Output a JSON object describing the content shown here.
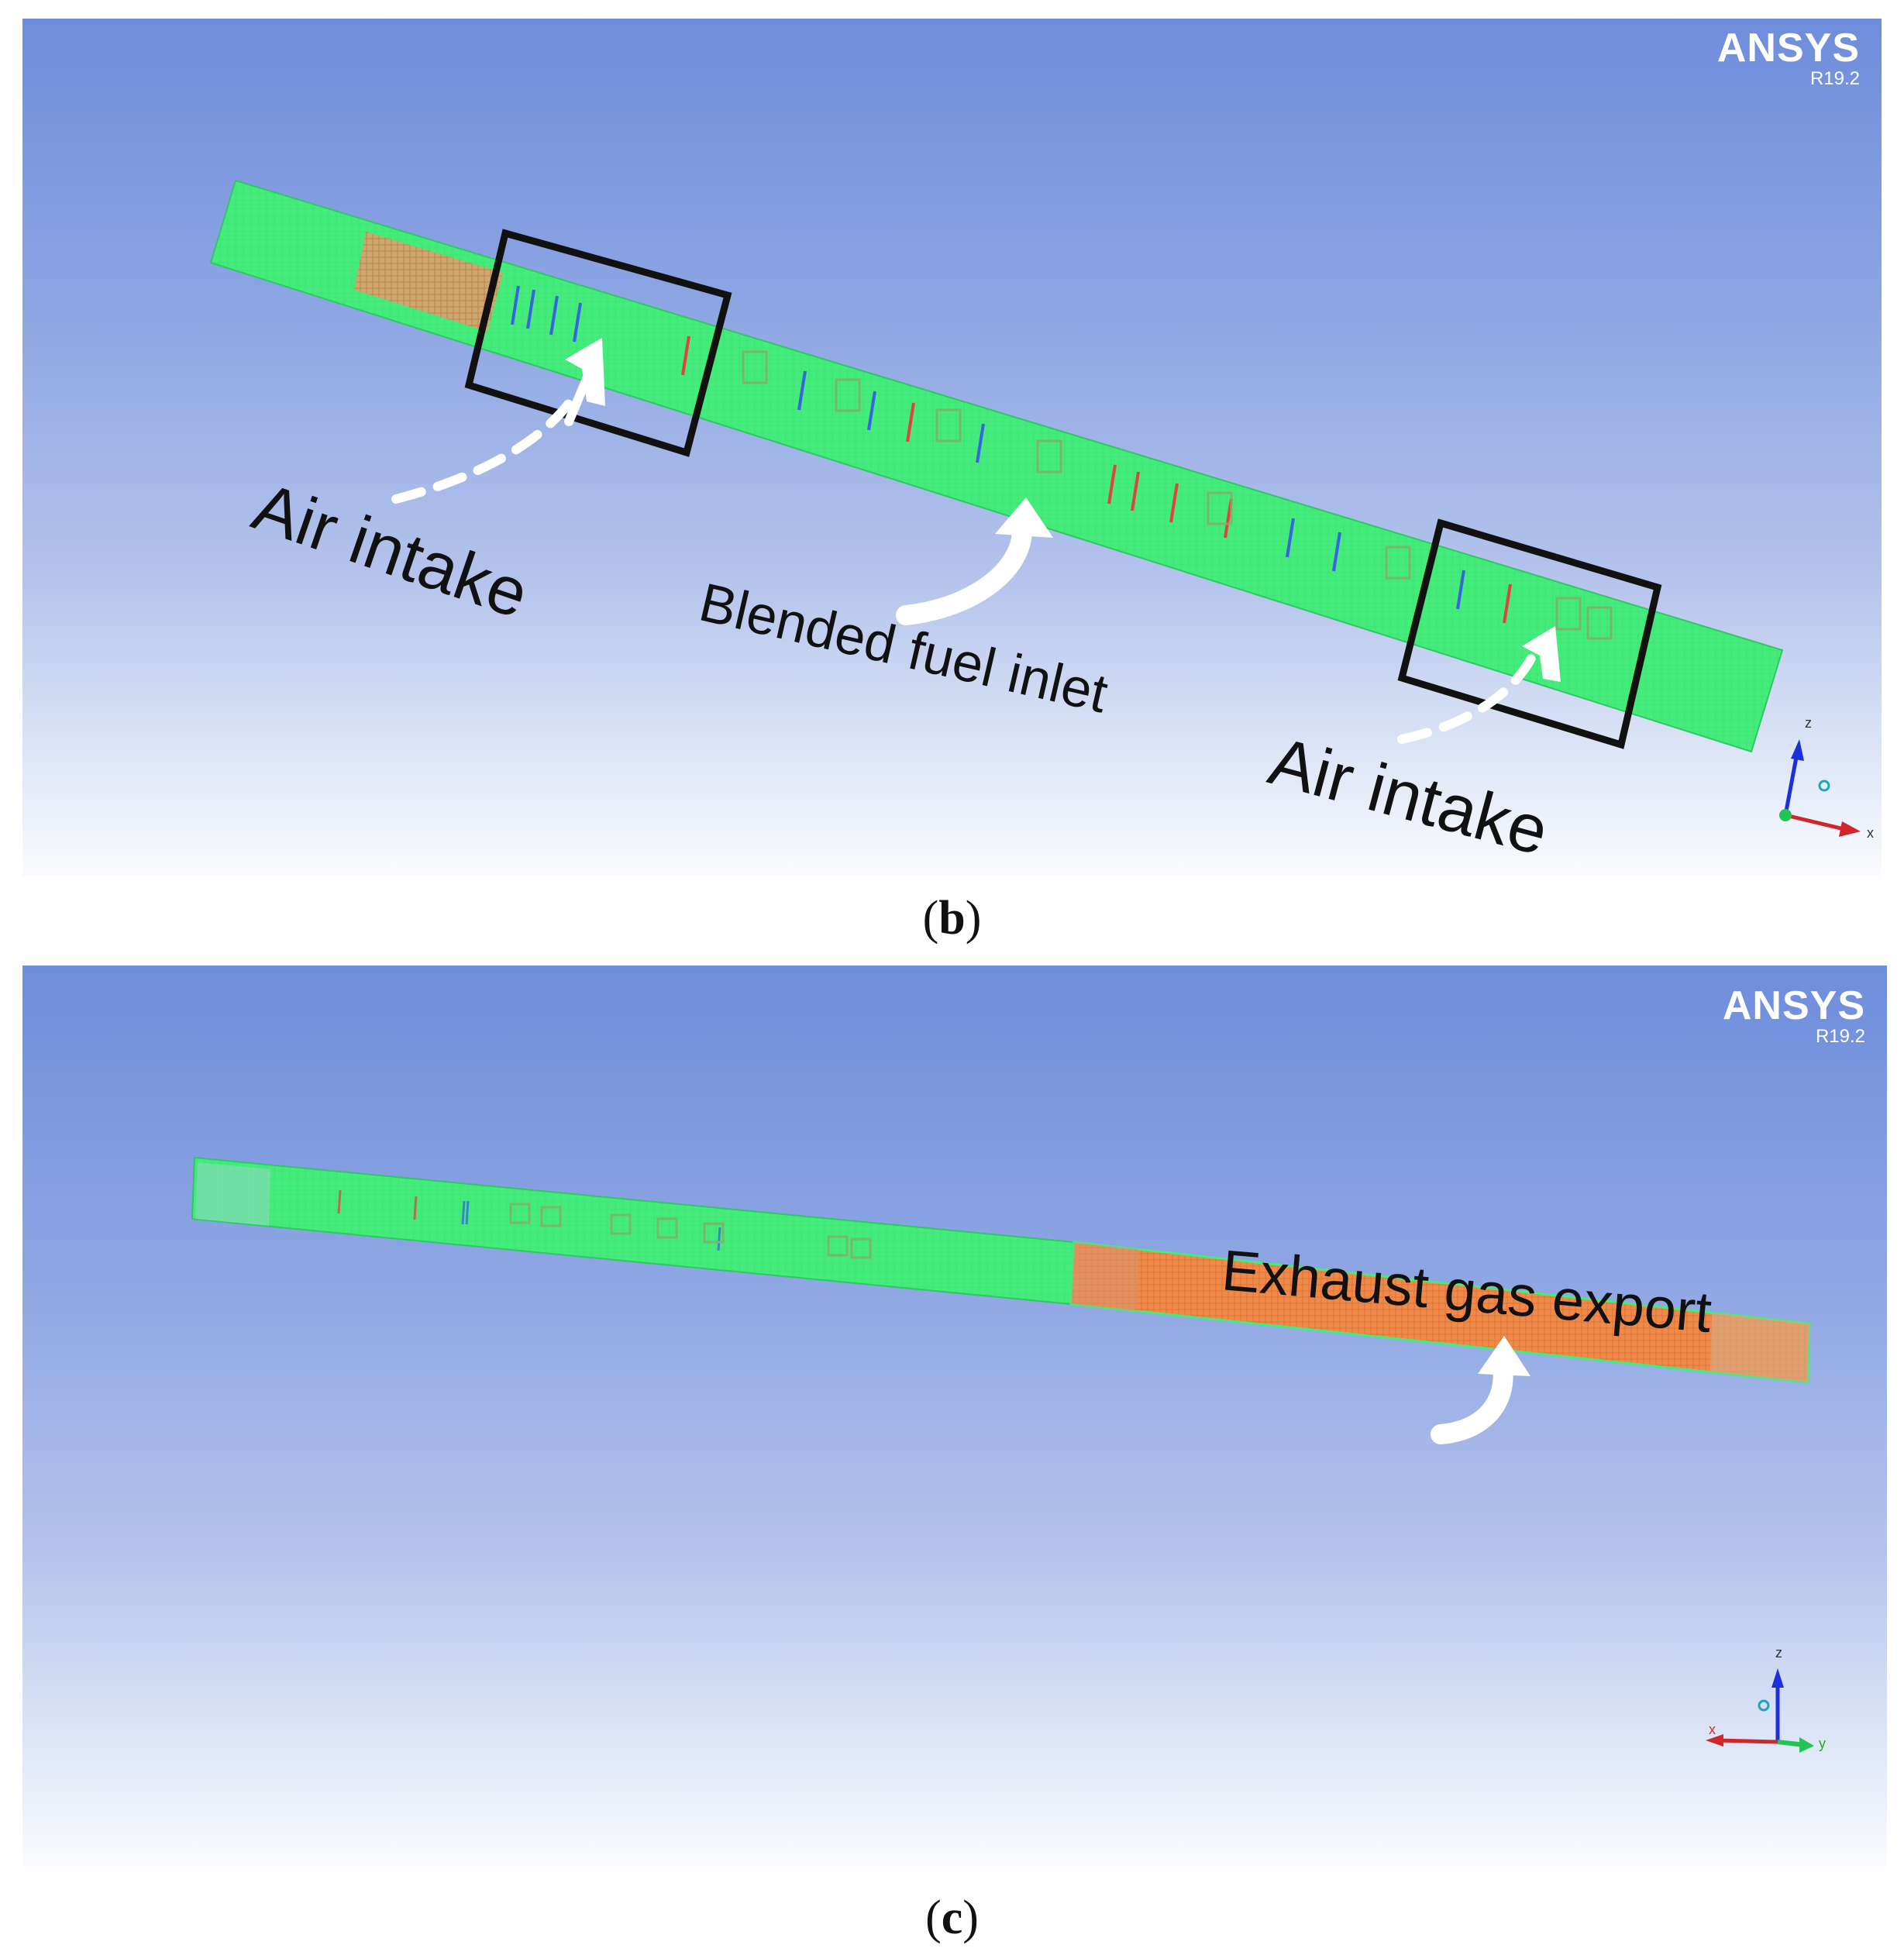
{
  "panel_b": {
    "label_open": "(",
    "label_letter": "b",
    "label_close": ")",
    "brand": "ANSYS",
    "version": "R19.2",
    "annotations": {
      "air_intake_left": "Air intake",
      "blended_fuel_inlet": "Blended fuel inlet",
      "air_intake_right": "Air intake"
    },
    "axes": {
      "z": "z",
      "x": "x"
    }
  },
  "panel_c": {
    "label_open": "(",
    "label_letter": "c",
    "label_close": ")",
    "brand": "ANSYS",
    "version": "R19.2",
    "annotations": {
      "exhaust_gas_export": "Exhaust gas export"
    },
    "axes": {
      "z": "z",
      "x": "x",
      "y": "y"
    }
  },
  "colors": {
    "mesh_green": "#44ec7c",
    "exhaust_orange": "#ef8a4a",
    "air_inlet_red": "#e0443a",
    "fuel_blue": "#3a63e0",
    "frame_black": "#111111",
    "arrow_white": "#ffffff"
  }
}
